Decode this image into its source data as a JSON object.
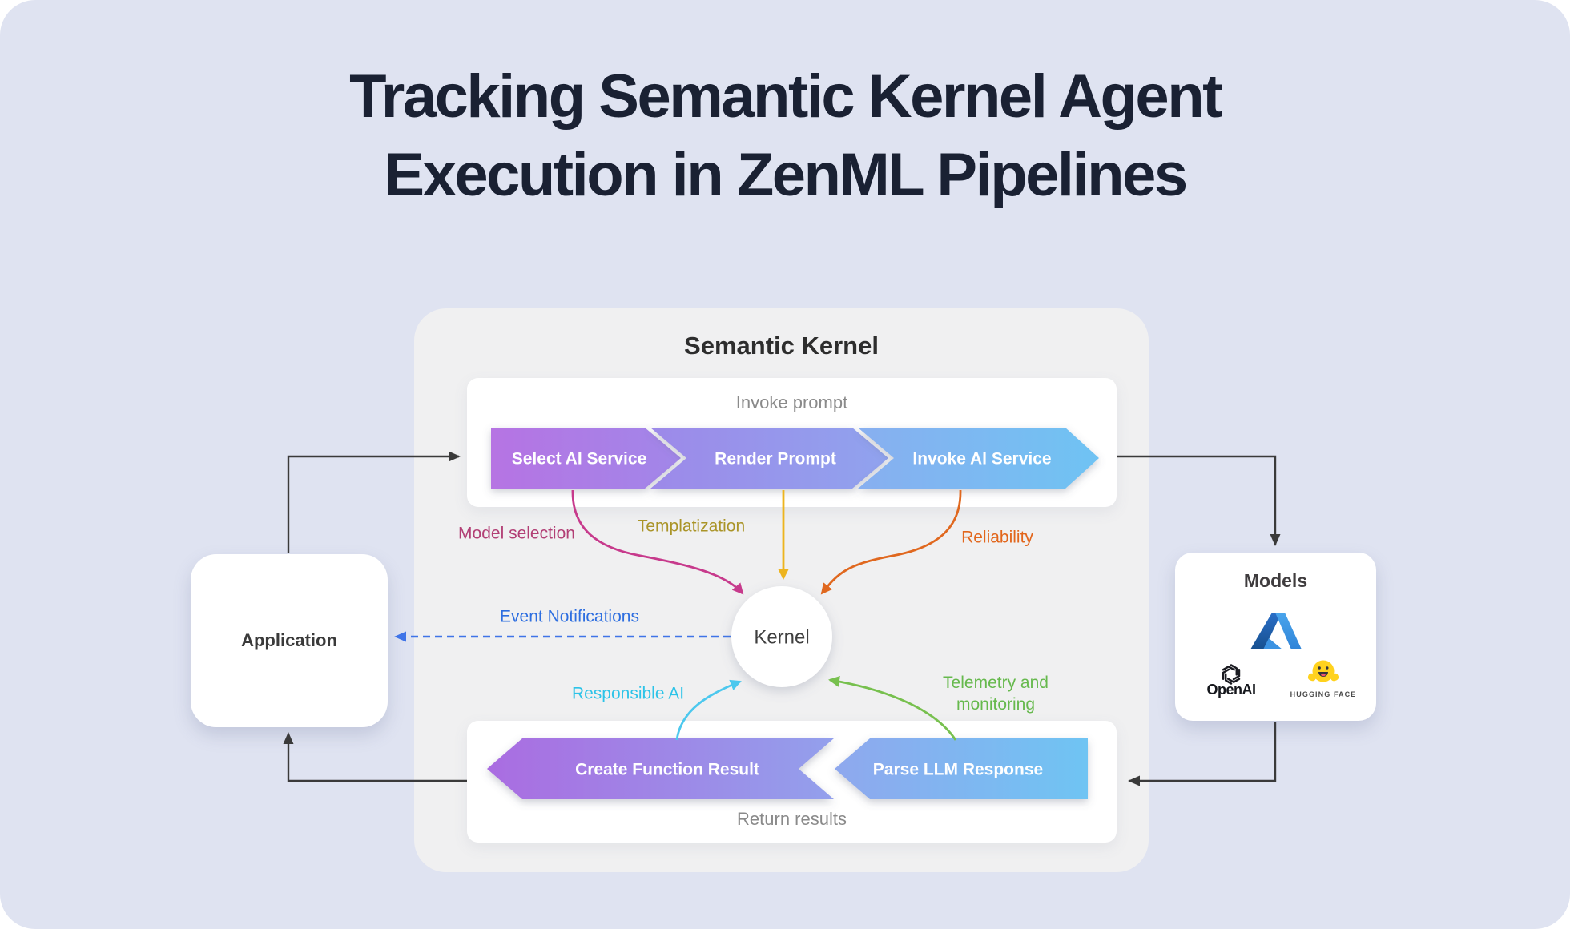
{
  "title": {
    "line1": "Tracking Semantic Kernel Agent",
    "line2": "Execution in ZenML Pipelines"
  },
  "semantic_kernel": {
    "title": "Semantic Kernel",
    "invoke_panel": {
      "label": "Invoke prompt",
      "steps": [
        "Select AI Service",
        "Render Prompt",
        "Invoke AI Service"
      ]
    },
    "return_panel": {
      "label": "Return results",
      "steps": [
        "Create Function Result",
        "Parse LLM Response"
      ]
    },
    "kernel": "Kernel",
    "edges": {
      "model_selection": "Model selection",
      "templatization": "Templatization",
      "reliability": "Reliability",
      "event_notifications": "Event Notifications",
      "responsible_ai": "Responsible AI",
      "telemetry_line1": "Telemetry and",
      "telemetry_line2": "monitoring"
    }
  },
  "application": {
    "label": "Application"
  },
  "models": {
    "label": "Models",
    "openai_wordmark": "OpenAI",
    "huggingface_wordmark": "HUGGING FACE",
    "icons": [
      "azure-logo",
      "openai-logo",
      "hugging-face-logo"
    ]
  },
  "colors": {
    "page_bg": "#ffffff",
    "card_bg": "#dfe3f1",
    "title_text": "#1a2133",
    "panel_gray": "#f0f0f1",
    "black_line": "#3a3a3a",
    "blue_dashed": "#3f74e8",
    "magenta_line": "#c73a8c",
    "yellow_line": "#edb41e",
    "orange_line": "#e0681f",
    "cyan_line": "#4cc8ee",
    "green_line": "#77c04e",
    "label_model_selection": "#b23f75",
    "label_templatization": "#aa9427",
    "label_reliability": "#e2661c",
    "label_event_notifications": "#2d6ee0",
    "label_responsible_ai": "#2cc3e8",
    "label_telemetry": "#66b94d",
    "chevron_gradients": {
      "top1": [
        "#b673e3",
        "#a187e9"
      ],
      "top2": [
        "#9d89e9",
        "#90a3ee"
      ],
      "top3": [
        "#88aff0",
        "#6fc3f3"
      ],
      "bot1": [
        "#aa6ce1",
        "#93a0ec"
      ],
      "bot2": [
        "#8fa8ee",
        "#6fc4f3"
      ]
    },
    "azure_dark_top": "#2a6fc8",
    "azure_dark_bottom": "#17508f",
    "azure_light_top": "#4aa5ec",
    "azure_light_bottom": "#2f84d8",
    "azure_foot": "#3c93e2",
    "openai_black": "#191a20",
    "hf_yellow": "#ffd21e",
    "hf_face": "#32343d"
  }
}
